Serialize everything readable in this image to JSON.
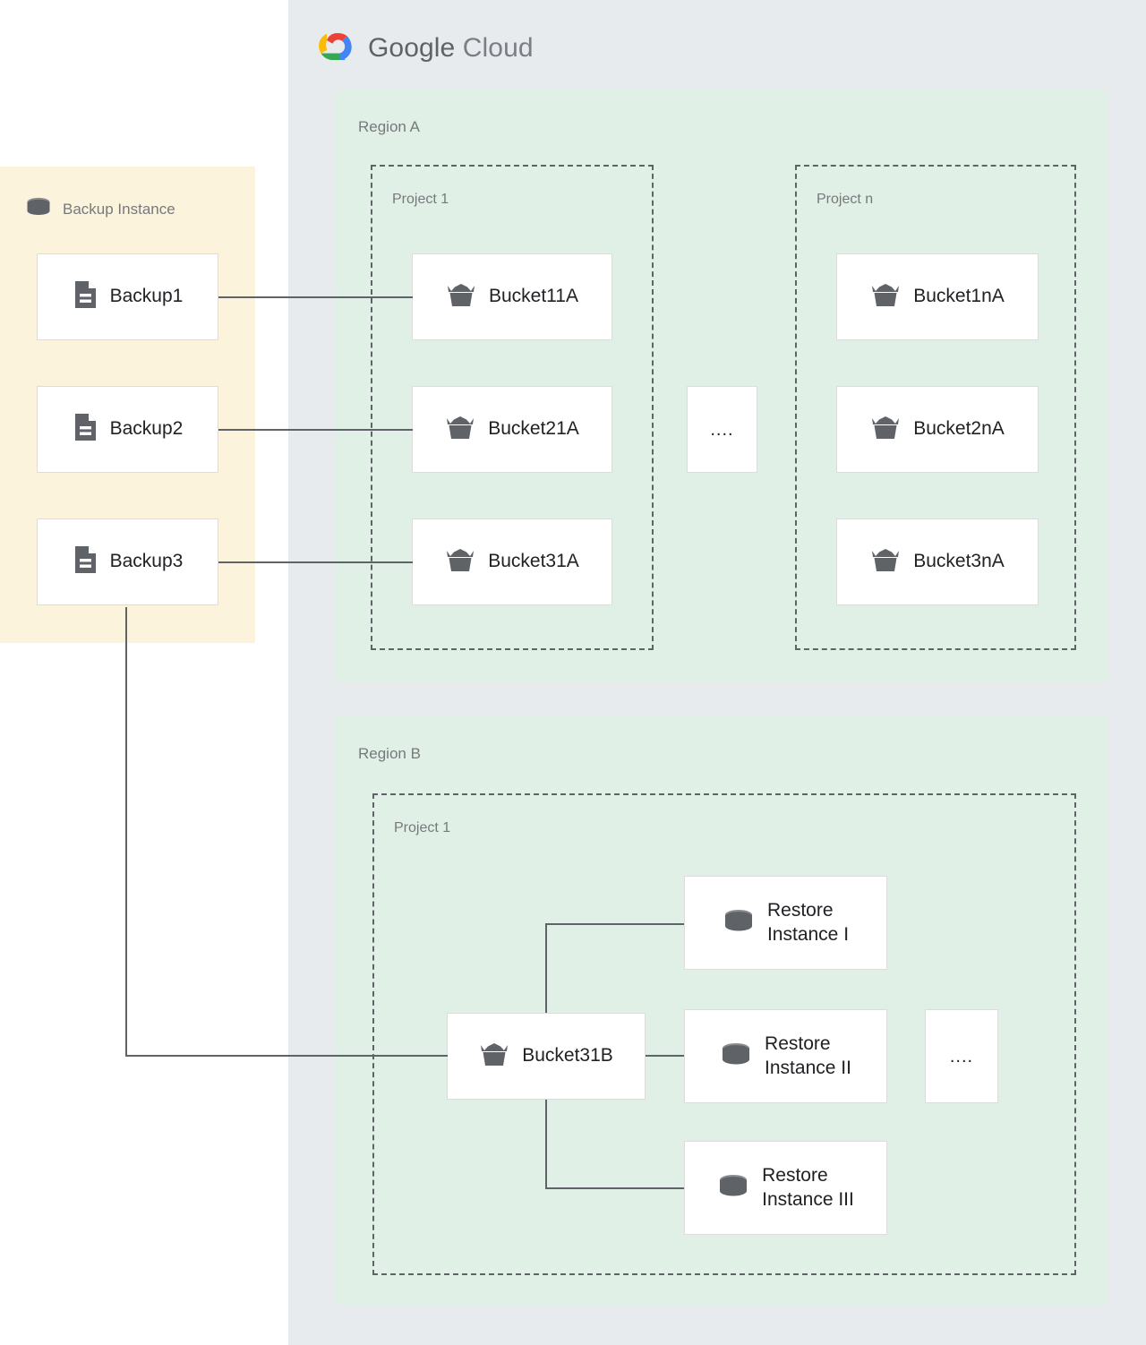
{
  "brand": {
    "name_bold": "Google",
    "name_light": "Cloud",
    "logo_icon": "google-cloud-logo-icon",
    "colors": {
      "red": "#ea4335",
      "yellow": "#fbbc04",
      "green": "#34a853",
      "blue": "#4285f4",
      "panel_bg": "#e8ebed",
      "region_bg": "#e1f0e7",
      "backup_bg": "#fcf3dc",
      "card_bg": "#ffffff",
      "card_border": "#dcdcdc",
      "icon_gray": "#5f6368",
      "label_gray": "#76797c",
      "text_dark": "#202124",
      "connector": "#5f6368"
    }
  },
  "backup_instance": {
    "title": "Backup Instance",
    "icon": "database-cylinder-icon",
    "backups": [
      {
        "label": "Backup1",
        "icon": "document-icon"
      },
      {
        "label": "Backup2",
        "icon": "document-icon"
      },
      {
        "label": "Backup3",
        "icon": "document-icon"
      }
    ]
  },
  "regions": [
    {
      "label": "Region A",
      "projects": [
        {
          "label": "Project 1",
          "buckets": [
            {
              "label": "Bucket11A",
              "icon": "bucket-icon"
            },
            {
              "label": "Bucket21A",
              "icon": "bucket-icon"
            },
            {
              "label": "Bucket31A",
              "icon": "bucket-icon"
            }
          ]
        },
        {
          "label": "Project n",
          "buckets": [
            {
              "label": "Bucket1nA",
              "icon": "bucket-icon"
            },
            {
              "label": "Bucket2nA",
              "icon": "bucket-icon"
            },
            {
              "label": "Bucket3nA",
              "icon": "bucket-icon"
            }
          ]
        }
      ],
      "ellipsis": "...."
    },
    {
      "label": "Region B",
      "projects": [
        {
          "label": "Project 1",
          "buckets": [
            {
              "label": "Bucket31B",
              "icon": "bucket-icon"
            }
          ],
          "restore_instances": [
            {
              "label": "Restore\nInstance I",
              "icon": "database-cylinder-icon"
            },
            {
              "label": "Restore\nInstance II",
              "icon": "database-cylinder-icon"
            },
            {
              "label": "Restore\nInstance III",
              "icon": "database-cylinder-icon"
            }
          ],
          "ellipsis": "...."
        }
      ]
    }
  ],
  "connections": [
    {
      "from": "Backup1",
      "to": "Bucket11A"
    },
    {
      "from": "Backup2",
      "to": "Bucket21A"
    },
    {
      "from": "Backup3",
      "to": "Bucket31A"
    },
    {
      "from": "Backup3",
      "to": "Bucket31B"
    },
    {
      "from": "Bucket31B",
      "to": "Restore Instance I"
    },
    {
      "from": "Bucket31B",
      "to": "Restore Instance II"
    },
    {
      "from": "Bucket31B",
      "to": "Restore Instance III"
    }
  ]
}
